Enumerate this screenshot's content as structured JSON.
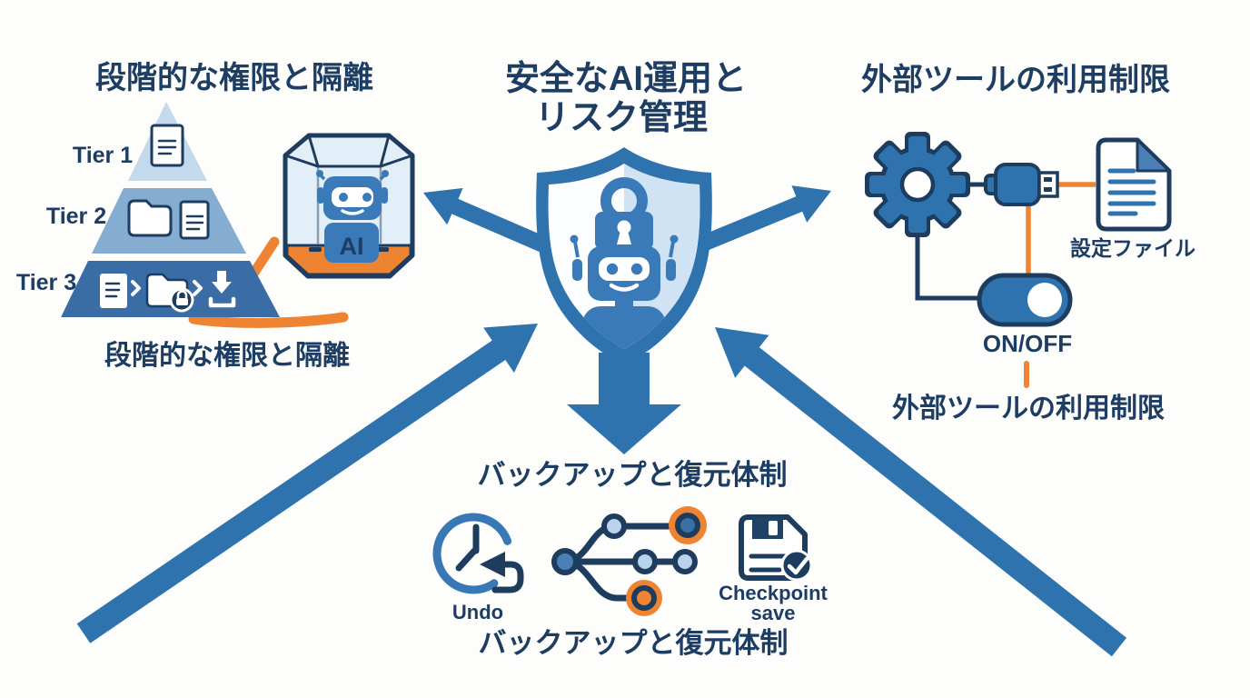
{
  "palette": {
    "navy": "#1d3c5e",
    "blue": "#2f73ae",
    "robot_blue": "#3a7ab8",
    "pale_blue": "#cfe3f5",
    "tier1_blue": "#c5d9ec",
    "tier2_blue": "#85acd1",
    "tier3_blue": "#3a6da6",
    "orange": "#ee8432",
    "background": "#fdfdfb"
  },
  "center": {
    "title_line1": "安全なAI運用と",
    "title_line2": "リスク管理"
  },
  "permissions": {
    "title": "段階的な権限と隔離",
    "caption": "段階的な権限と隔離",
    "tiers": [
      {
        "label": "Tier 1"
      },
      {
        "label": "Tier 2"
      },
      {
        "label": "Tier 3"
      }
    ],
    "box_label": "AI"
  },
  "tools": {
    "title": "外部ツールの利用制限",
    "caption": "外部ツールの利用制限",
    "file_label": "設定ファイル",
    "toggle_label": "ON/OFF"
  },
  "backup": {
    "title": "バックアップと復元体制",
    "caption": "バックアップと復元体制",
    "undo_label": "Undo",
    "checkpoint_line1": "Checkpoint",
    "checkpoint_line2": "save"
  }
}
